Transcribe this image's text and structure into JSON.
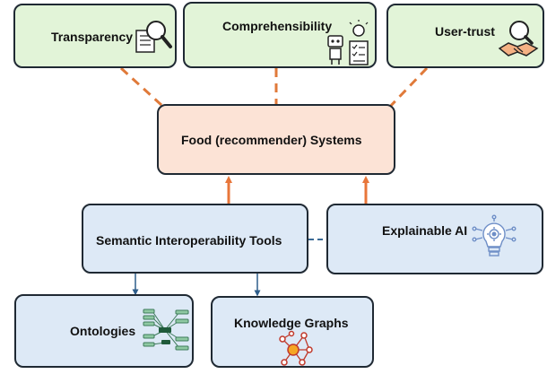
{
  "nodes": {
    "transparency": "Transparency",
    "comprehensibility": "Comprehensibility",
    "user_trust": "User-trust",
    "food_systems": "Food (recommender) Systems",
    "semantic_tools": "Semantic Interoperability Tools",
    "explainable_ai": "Explainable AI",
    "ontologies": "Ontologies",
    "knowledge_graphs": "Knowledge Graphs"
  },
  "colors": {
    "dashed_orange": "#e07a3a",
    "arrow_orange": "#e8763a",
    "arrow_blue": "#2e5d8a",
    "dashed_blue": "#3a6a96"
  },
  "icons": {
    "transparency": "magnifier-document-icon",
    "comprehensibility": "robot-lightbulb-icon",
    "user_trust": "handshake-magnifier-icon",
    "explainable_ai": "ai-lightbulb-icon",
    "ontologies": "ontology-tree-icon",
    "knowledge_graphs": "graph-network-icon"
  }
}
